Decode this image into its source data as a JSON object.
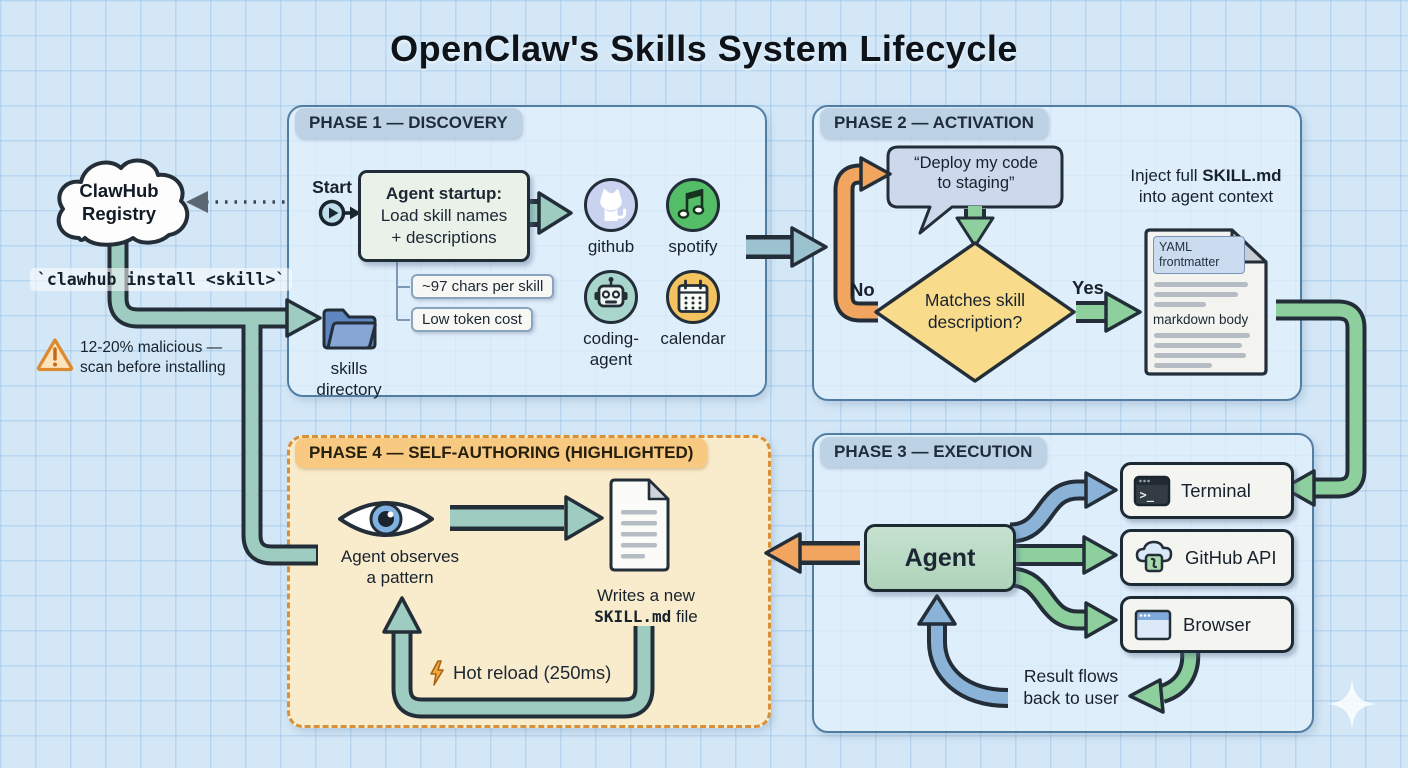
{
  "title": "OpenClaw's Skills System Lifecycle",
  "palette": {
    "background": "#d3e7f7",
    "grid_line": "#bcd8ec",
    "outline": "#232e39",
    "phase_fill": "#e3f1fc",
    "phase_border": "#527da3",
    "phase_chip": "#bdd3e5",
    "phase4_fill": "#fcedc8",
    "phase4_border": "#d8913a",
    "phase4_chip": "#f8c981",
    "teal_arrow": "#9fccc0",
    "green_arrow": "#8ecf9e",
    "blue_arrow": "#8ab3d7",
    "steel_arrow": "#9cc2cf",
    "orange_arrow": "#f2a55f",
    "diamond_fill": "#f8dc8c",
    "bubble_fill": "#ccd8ec",
    "agent_fill": "#badcc6",
    "folder_blue": "#86a7d6",
    "warning_orange": "#db8a2f",
    "github_bg": "#c9d3ef",
    "spotify_green": "#53bd68",
    "coding_teal": "#a9d6cc",
    "calendar_amber": "#f2c35e"
  },
  "left_rail": {
    "cloud": {
      "icon": "cloud-icon",
      "lines": [
        "ClawHub",
        "Registry"
      ]
    },
    "install_command": "`clawhub install <skill>`",
    "warning": {
      "icon": "warning-triangle-icon",
      "lines": [
        "12-20% malicious —",
        "scan before installing"
      ]
    }
  },
  "phase1": {
    "header": "PHASE 1 — DISCOVERY",
    "start_label": "Start",
    "startup": {
      "lines": [
        "Agent startup:",
        "Load skill names",
        "+ descriptions"
      ]
    },
    "tags": [
      "~97 chars per skill",
      "Low token cost"
    ],
    "skills": [
      {
        "icon": "github-icon",
        "lines": [
          "github"
        ]
      },
      {
        "icon": "spotify-icon",
        "lines": [
          "spotify"
        ]
      },
      {
        "icon": "coding-agent-icon",
        "lines": [
          "coding-",
          "agent"
        ]
      },
      {
        "icon": "calendar-icon",
        "lines": [
          "calendar"
        ]
      }
    ],
    "folder": {
      "icon": "folder-icon",
      "lines": [
        "skills",
        "directory"
      ]
    }
  },
  "phase2": {
    "header": "PHASE 2 — ACTIVATION",
    "bubble": {
      "lines": [
        "“Deploy my code",
        "to staging”"
      ]
    },
    "decision": {
      "lines": [
        "Matches skill",
        "description?"
      ]
    },
    "no_label": "No",
    "yes_label": "Yes",
    "inject": {
      "pre": "Inject full ",
      "bold": "SKILL.md",
      "line2": "into agent context"
    },
    "doc": {
      "frontmatter": "YAML frontmatter",
      "body": "markdown body"
    }
  },
  "phase3": {
    "header": "PHASE 3 — EXECUTION",
    "agent": "Agent",
    "tools": [
      {
        "icon": "terminal-icon",
        "glyph": ">_",
        "label": "Terminal"
      },
      {
        "icon": "github-cloud-icon",
        "label": "GitHub API"
      },
      {
        "icon": "browser-icon",
        "label": "Browser"
      }
    ],
    "result": {
      "lines": [
        "Result flows",
        "back to user"
      ]
    }
  },
  "phase4": {
    "header": "PHASE 4 — SELF-AUTHORING (HIGHLIGHTED)",
    "observe": {
      "icon": "eye-icon",
      "lines": [
        "Agent observes",
        "a pattern"
      ]
    },
    "writes": {
      "line1": "Writes a new",
      "mono": "SKILL.md",
      "post": " file"
    },
    "hot_reload": {
      "icon": "lightning-bolt-icon",
      "label": "Hot reload (250ms)"
    }
  }
}
